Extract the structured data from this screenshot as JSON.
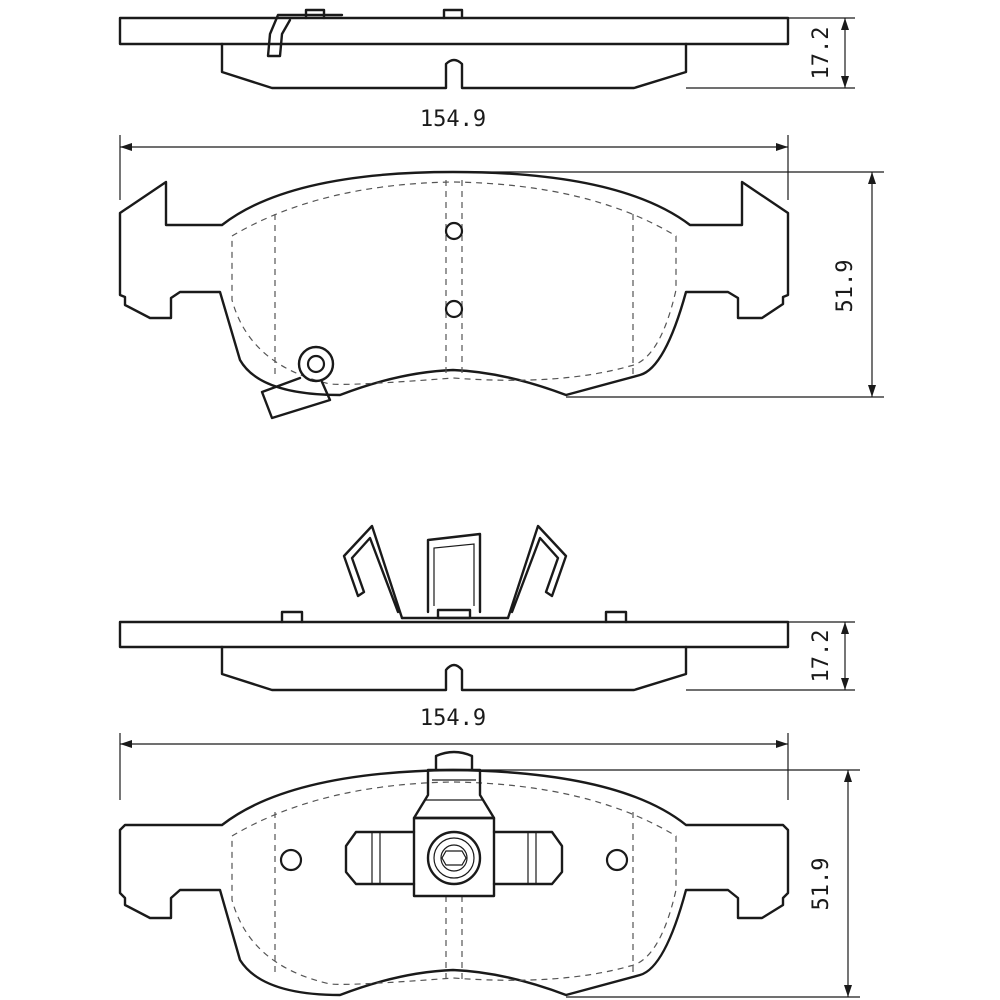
{
  "drawing_1": {
    "thickness": "17.2",
    "length": "154.9",
    "height": "51.9"
  },
  "drawing_2": {
    "thickness": "17.2",
    "length": "154.9",
    "height": "51.9"
  }
}
